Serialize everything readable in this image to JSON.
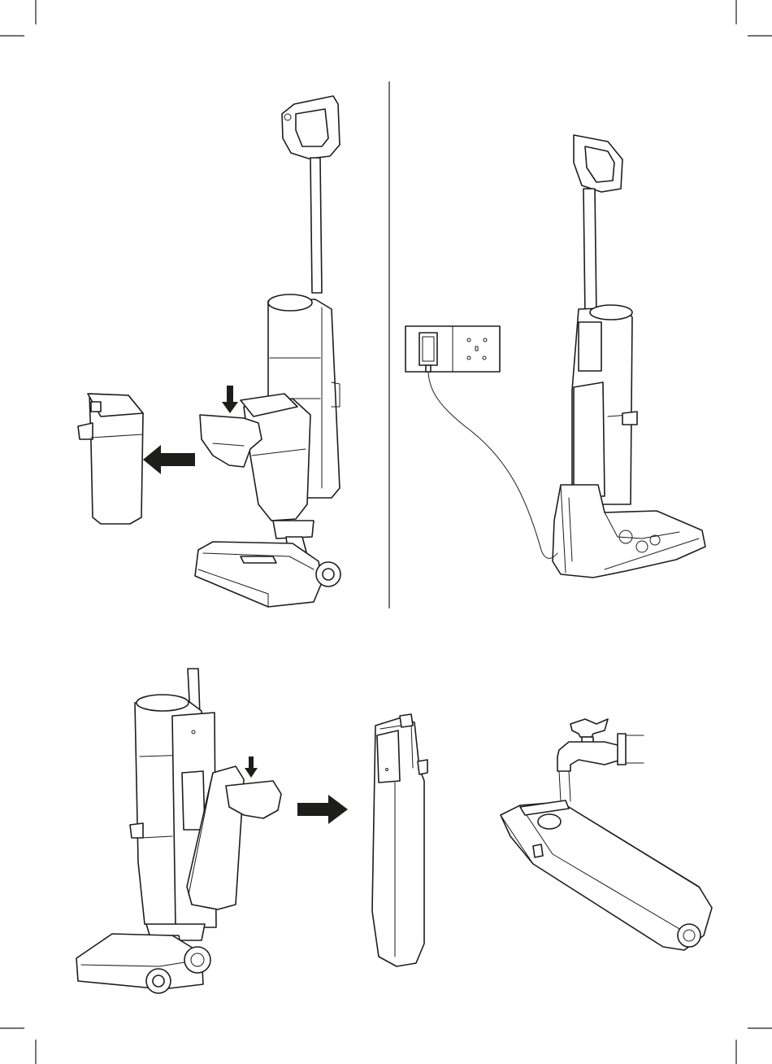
{
  "page": {
    "background": "#ffffff",
    "line_color": "#1d1d1b"
  },
  "figures": [
    {
      "id": "remove-dirty-water-tank",
      "icons": [
        "down-arrow-icon",
        "left-arrow-icon",
        "hand-icon"
      ]
    },
    {
      "id": "charging-on-base",
      "icons": [
        "power-adapter-icon",
        "wall-socket-icon"
      ]
    },
    {
      "id": "remove-clean-water-tank",
      "icons": [
        "down-arrow-icon",
        "right-arrow-icon",
        "hand-icon"
      ]
    },
    {
      "id": "clean-water-tank",
      "icons": []
    },
    {
      "id": "fill-water-tank-at-tap",
      "icons": [
        "water-tap-icon"
      ]
    }
  ]
}
